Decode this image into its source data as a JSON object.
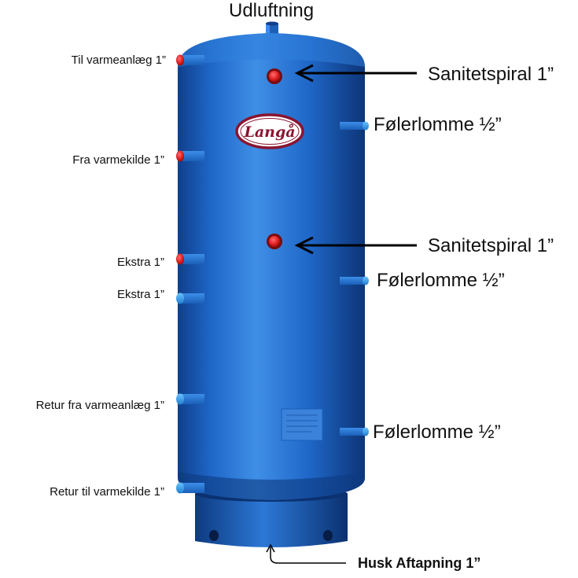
{
  "title": "Udluftning",
  "logo_text": "Langå",
  "left_labels": [
    {
      "text": "Til varmeanlæg 1”"
    },
    {
      "text": "Fra varmekilde 1”"
    },
    {
      "text": "Ekstra 1”"
    },
    {
      "text": "Ekstra 1”"
    },
    {
      "text": "Retur fra varmeanlæg 1”"
    },
    {
      "text": "Retur til varmekilde 1”"
    }
  ],
  "right_labels": [
    {
      "text": "Sanitetspiral 1”"
    },
    {
      "text": "Følerlomme ½”"
    },
    {
      "text": "Sanitetspiral 1”"
    },
    {
      "text": "Følerlomme ½”"
    },
    {
      "text": "Følerlomme ½”"
    }
  ],
  "bottom_label": "Husk Aftapning 1”",
  "colors": {
    "tank": "#1f67c8",
    "tank_highlight": "#3f8fe6",
    "tank_shadow": "#0f3f8c",
    "hot_port": "#e02020",
    "cold_port": "#2b9df0",
    "logo_border": "#8a1530"
  }
}
